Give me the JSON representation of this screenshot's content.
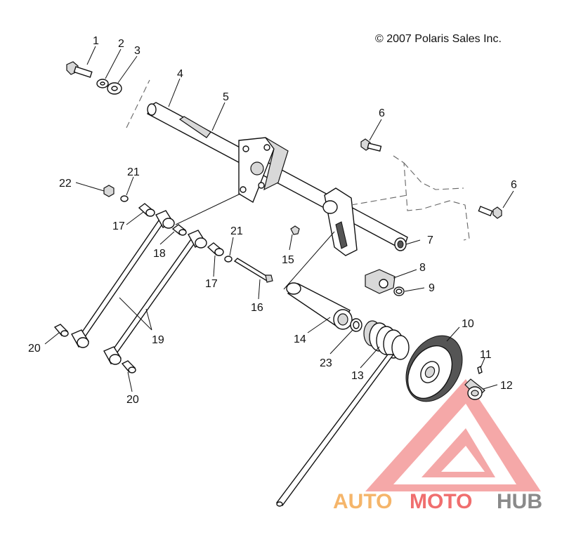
{
  "copyright": "© 2007 Polaris Sales Inc.",
  "callouts": {
    "c1": "1",
    "c2": "2",
    "c3": "3",
    "c4": "4",
    "c5": "5",
    "c6a": "6",
    "c6b": "6",
    "c7": "7",
    "c8": "8",
    "c9": "9",
    "c10": "10",
    "c11": "11",
    "c12": "12",
    "c13": "13",
    "c14": "14",
    "c15": "15",
    "c16": "16",
    "c17a": "17",
    "c17b": "17",
    "c18": "18",
    "c19": "19",
    "c20a": "20",
    "c20b": "20",
    "c21a": "21",
    "c21b": "21",
    "c22": "22",
    "c23": "23"
  },
  "watermark": {
    "word1": "AUTO",
    "word2": "MOTO",
    "word3": "HUB",
    "color_orange": "#f5b56a",
    "color_red": "#f06e6e",
    "color_gray": "#8a8a8a"
  }
}
